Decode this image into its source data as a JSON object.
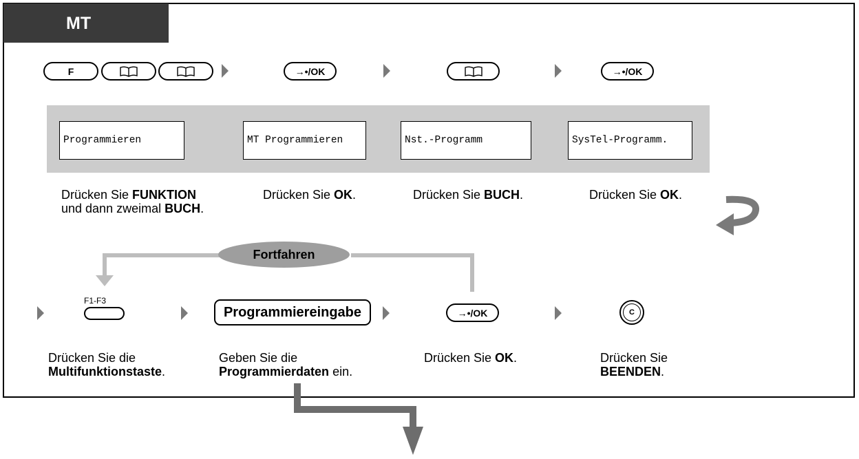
{
  "header": {
    "tab_label": "MT"
  },
  "keys": {
    "f_label": "F",
    "ok_label": "→•/OK",
    "multifunction_label": "F1-F3",
    "clear_label": "C",
    "book_icon": "book-icon"
  },
  "displays": [
    {
      "text": "Programmieren"
    },
    {
      "text": "MT Programmieren"
    },
    {
      "text": "Nst.-Programm"
    },
    {
      "text": "SysTel-Programm."
    }
  ],
  "captions": {
    "step1_pre": "Drücken Sie ",
    "step1_b1": "FUNKTION",
    "step1_mid": "und dann zweimal ",
    "step1_b2": "BUCH",
    "step1_end": ".",
    "step2_pre": "Drücken Sie ",
    "step2_b": "OK",
    "step2_end": ".",
    "step3_pre": "Drücken Sie ",
    "step3_b": "BUCH",
    "step3_end": ".",
    "step4_pre": "Drücken Sie ",
    "step4_b": "OK",
    "step4_end": ".",
    "step5_pre": "Drücken Sie die",
    "step5_b": "Multifunktionstaste",
    "step5_end": ".",
    "step6_pre": "Geben Sie die",
    "step6_b": "Programmierdaten",
    "step6_end": " ein.",
    "step7_pre": "Drücken Sie ",
    "step7_b": "OK",
    "step7_end": ".",
    "step8_pre": "Drücken Sie",
    "step8_b": "BEENDEN",
    "step8_end": "."
  },
  "entry_box": {
    "label": "Programmiereingabe"
  },
  "loop": {
    "label": "Fortfahren"
  },
  "colors": {
    "tab_bg": "#3a3a3a",
    "band_bg": "#cccccc",
    "arrow_gray": "#7a7a7a",
    "loop_gray": "#9e9e9e"
  }
}
